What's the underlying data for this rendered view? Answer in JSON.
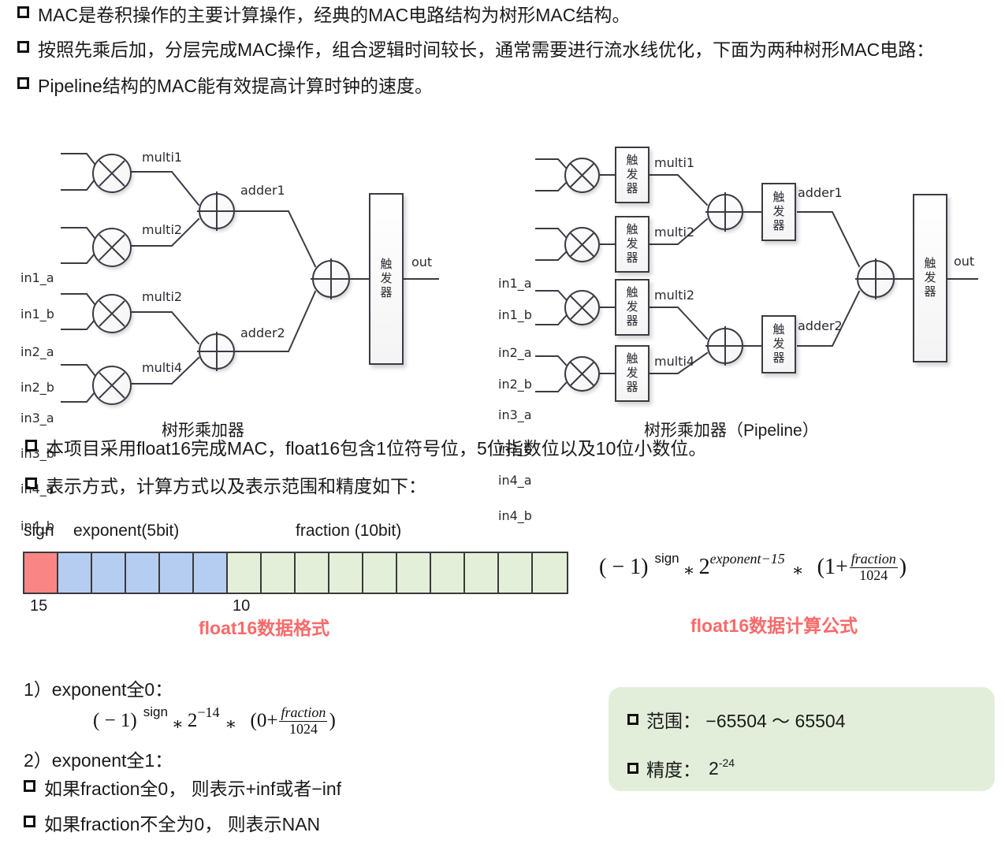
{
  "slide": {
    "top_bullets": [
      "MAC是卷积操作的主要计算操作，经典的MAC电路结构为树形MAC结构。",
      "按照先乘后加，分层完成MAC操作，组合逻辑时间较长，通常需要进行流水线优化，下面为两种树形MAC电路：",
      "Pipeline结构的MAC能有效提高计算时钟的速度。"
    ],
    "mid_bullets": [
      "本项目采用float16完成MAC，float16包含1位符号位，5位指数位以及10位小数位。",
      "表示方式，计算方式以及表示范围和精度如下："
    ]
  },
  "diagram_left": {
    "caption": "树形乘加器",
    "inputs": [
      "in1_a",
      "in1_b",
      "in2_a",
      "in2_b",
      "in3_a",
      "in3_b",
      "in4_a",
      "in4_b"
    ],
    "mult_labels": [
      "multi1",
      "multi2",
      "multi2",
      "multi4"
    ],
    "adder_labels": [
      "adder1",
      "adder2"
    ],
    "register_label": "触发器",
    "register_chars": [
      "触",
      "发",
      "器"
    ],
    "output": "out"
  },
  "diagram_right": {
    "caption": "树形乘加器（Pipeline）",
    "inputs": [
      "in1_a",
      "in1_b",
      "in2_a",
      "in2_b",
      "in3_a",
      "in3_b",
      "in4_a",
      "in4_b"
    ],
    "mult_labels": [
      "multi1",
      "multi2",
      "multi2",
      "multi4"
    ],
    "adder_labels": [
      "adder1",
      "adder2"
    ],
    "register_label": "触发器",
    "register_chars": [
      "触",
      "发",
      "器"
    ],
    "output": "out"
  },
  "float16_format": {
    "field_labels": {
      "sign": "sign",
      "exponent": "exponent(5bit)",
      "fraction": "fraction (10bit)"
    },
    "bit_indices": [
      "15",
      "10"
    ],
    "cells": {
      "sign_count": 1,
      "exponent_count": 5,
      "fraction_count": 10
    },
    "colors": {
      "sign": "#FA8585",
      "exponent": "#B6CDF2",
      "fraction": "#E4EFD9",
      "caption": "#F96A6A"
    },
    "caption": "float16数据格式"
  },
  "main_formula": {
    "caption": "float16数据计算公式",
    "base": "( − 1)",
    "exp_sign": "sign",
    "mul1": "∗",
    "two": "2",
    "two_exp": "exponent−15",
    "mul2": "∗",
    "paren_open": "(1+",
    "numerator": "fraction",
    "denominator": "1024",
    "paren_close": ")"
  },
  "cases": {
    "case1_label": "1）exponent全0：",
    "case1_formula": {
      "base": "( − 1)",
      "exp_sign": "sign",
      "mul1": "∗",
      "two": "2",
      "two_exp": "−14",
      "mul2": "∗",
      "paren_open": "(0+",
      "numerator": "fraction",
      "denominator": "1024",
      "paren_close": ")"
    },
    "case2_label": "2）exponent全1：",
    "case2_bullets": [
      "如果fraction全0， 则表示+inf或者−inf",
      "如果fraction不全为0， 则表示NAN"
    ]
  },
  "info_box": {
    "background": "#E3EEDA",
    "rows": [
      {
        "label": "范围：",
        "value": "−65504 ～  65504",
        "sup": ""
      },
      {
        "label": "精度：",
        "value": "2",
        "sup": "-24"
      }
    ],
    "range_text": "范围：  −65504 ～  65504",
    "precision_label": "精度：",
    "precision_base": "2",
    "precision_sup": "-24"
  }
}
